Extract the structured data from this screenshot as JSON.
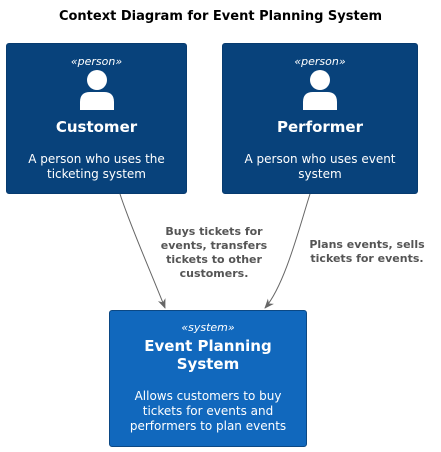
{
  "diagram": {
    "title": "Context Diagram for Event Planning System",
    "nodes": {
      "customer": {
        "stereotype": "«person»",
        "name": "Customer",
        "description_lines": [
          "A person who uses the",
          "ticketing system"
        ],
        "icon": "person-icon",
        "color": "#08427b"
      },
      "performer": {
        "stereotype": "«person»",
        "name": "Performer",
        "description_lines": [
          "A person who uses event",
          "system"
        ],
        "icon": "person-icon",
        "color": "#08427b"
      },
      "system": {
        "stereotype": "«system»",
        "name_lines": [
          "Event Planning",
          "System"
        ],
        "description_lines": [
          "Allows customers to buy",
          "tickets for events and",
          "performers to plan events"
        ],
        "color": "#1168bd"
      }
    },
    "edges": [
      {
        "from": "Customer",
        "to": "Event Planning System",
        "label_lines": [
          "Buys tickets for",
          "events, transfers",
          "tickets to other",
          "customers."
        ]
      },
      {
        "from": "Performer",
        "to": "Event Planning System",
        "label_lines": [
          "Plans events, sells",
          "tickets for events."
        ]
      }
    ]
  }
}
